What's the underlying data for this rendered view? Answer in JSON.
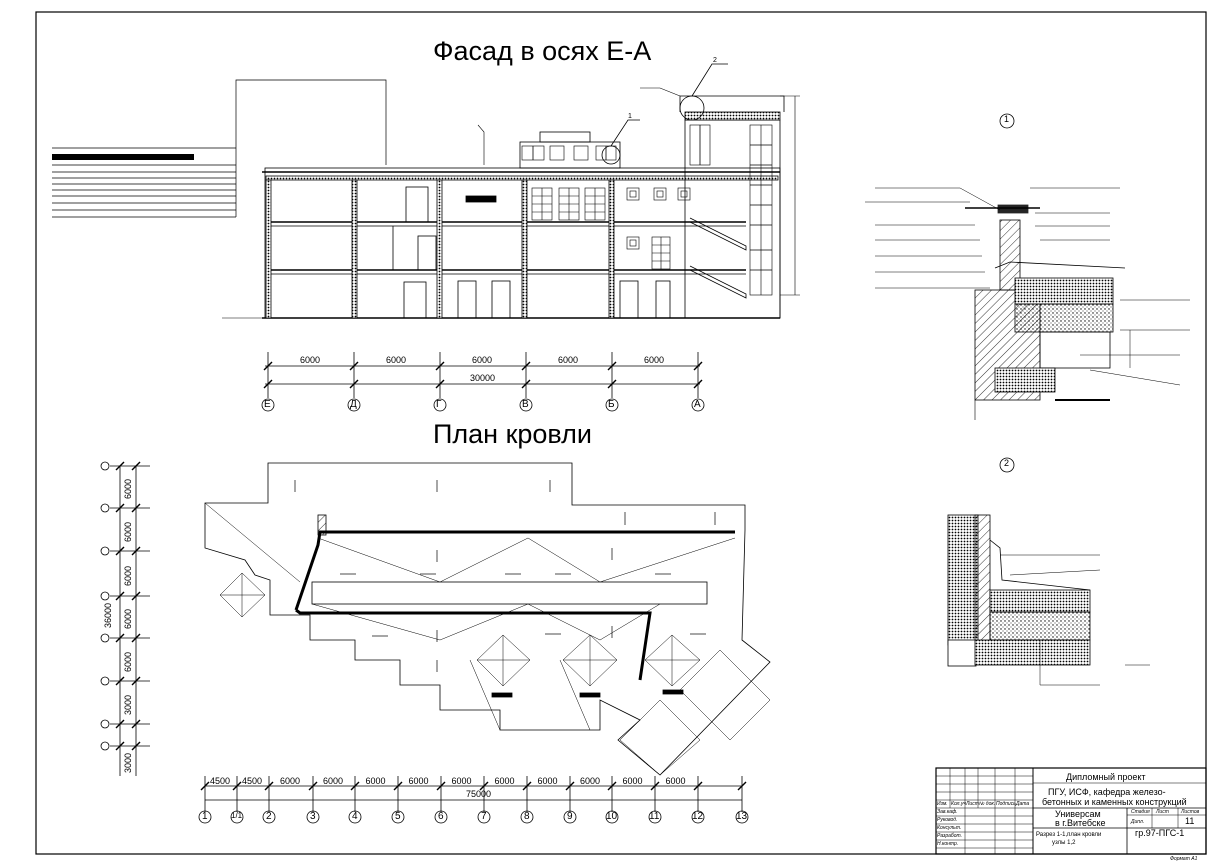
{
  "titles": {
    "facade": "Фасад в осях Е-А",
    "roof_plan": "План кровли"
  },
  "facade_dims": {
    "spans": [
      "6000",
      "6000",
      "6000",
      "6000",
      "6000"
    ],
    "total": "30000",
    "axes": [
      "Е",
      "Д",
      "Г",
      "В",
      "Б",
      "А"
    ]
  },
  "callouts": {
    "c1": "1",
    "c2": "2"
  },
  "nodes": {
    "node1": "1",
    "node2": "2"
  },
  "roof_dims": {
    "spans": [
      "4500",
      "4500",
      "6000",
      "6000",
      "6000",
      "6000",
      "6000",
      "6000",
      "6000",
      "6000",
      "6000",
      "6000"
    ],
    "total": "75000",
    "axes": [
      "1",
      "1/1",
      "2",
      "3",
      "4",
      "5",
      "6",
      "7",
      "8",
      "9",
      "10",
      "11",
      "12",
      "13"
    ],
    "left_spans": [
      "6000",
      "6000",
      "6000",
      "6000",
      "6000",
      "3000"
    ],
    "left_total": "36000"
  },
  "title_block": {
    "project": "Дипломный проект",
    "org1": "ПГУ, ИСФ, кафедра железо-",
    "org2": "бетонных и каменных конструкций",
    "building1": "Универсам",
    "building2": "в г.Витебске",
    "stage_h": "Стадия",
    "sheet_h": "Лист",
    "sheets_h": "Листов",
    "stage": "Дипл.",
    "sheets": "11",
    "sheet_title1": "Разрез 1-1,план кровли",
    "sheet_title2": "узлы 1,2",
    "code": "гр.97-ПГС-1",
    "format": "Формат А1",
    "left_cols": [
      "Изм.",
      "Кол.уч",
      "Лист",
      "№ док.",
      "Подпись",
      "Дата"
    ],
    "roles": [
      "Зав.каф.",
      "Руковод.",
      "Консульт.",
      "Разработ.",
      "Н.контр."
    ]
  }
}
